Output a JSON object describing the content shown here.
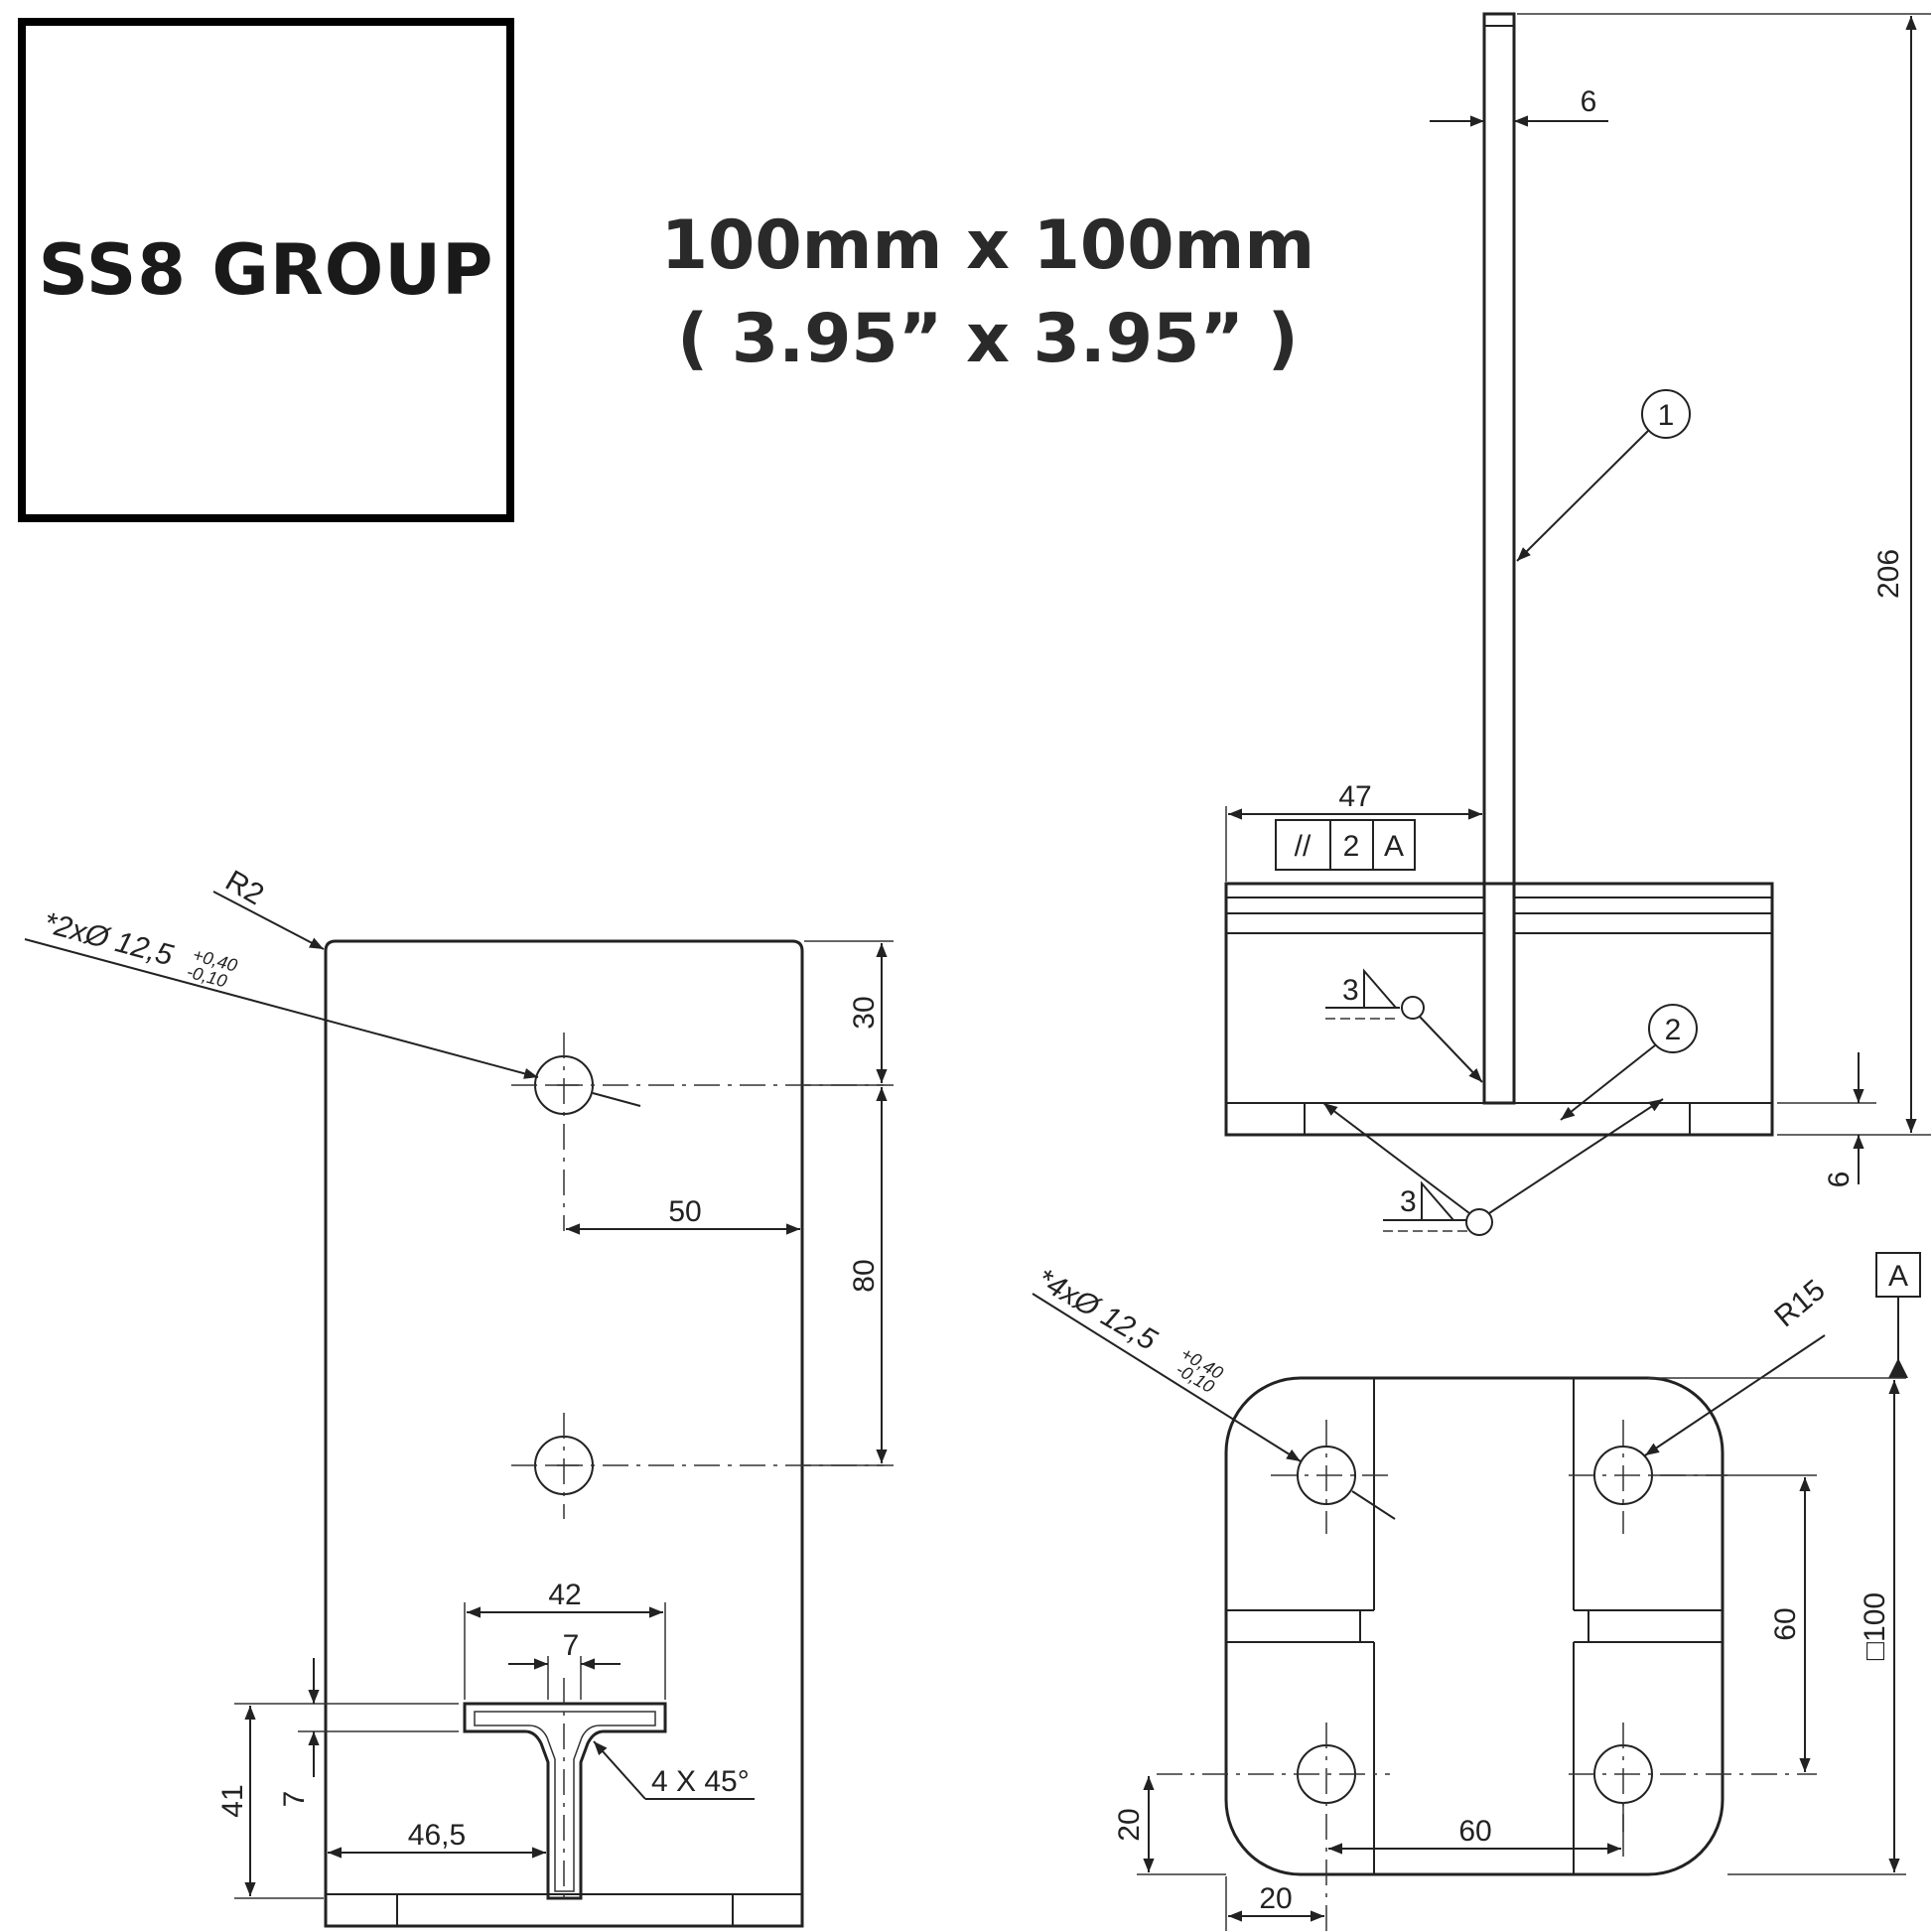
{
  "brand": {
    "text": "SS8 GROUP"
  },
  "title": {
    "line1": "100mm x 100mm",
    "line2": "( 3.95” x 3.95” )"
  },
  "side_view": {
    "dims": {
      "height": "206",
      "plate_width": "6",
      "base_offset": "47",
      "base_thickness": "6"
    },
    "tolerance_frame": [
      "//",
      "2",
      "A"
    ],
    "balloons": [
      "1",
      "2"
    ],
    "weld_size": "3"
  },
  "front_view": {
    "radius": "R2",
    "hole_note": "*2xØ 12,5",
    "tol_plus": "+0,40",
    "tol_minus": "-0,10",
    "dims": {
      "top": "30",
      "spacing": "80",
      "offset": "50",
      "width": "42",
      "web": "7",
      "flange": "7",
      "height": "41",
      "left": "46,5"
    },
    "chamfer": "4 X 45°"
  },
  "plan_view": {
    "hole_note": "*4xØ 12,5",
    "tol_plus": "+0,40",
    "tol_minus": "-0,10",
    "radius": "R15",
    "datum": "A",
    "dims": {
      "size": "□100",
      "vspacing": "60",
      "hspacing": "60",
      "edge_y": "20",
      "edge_x": "20"
    }
  }
}
